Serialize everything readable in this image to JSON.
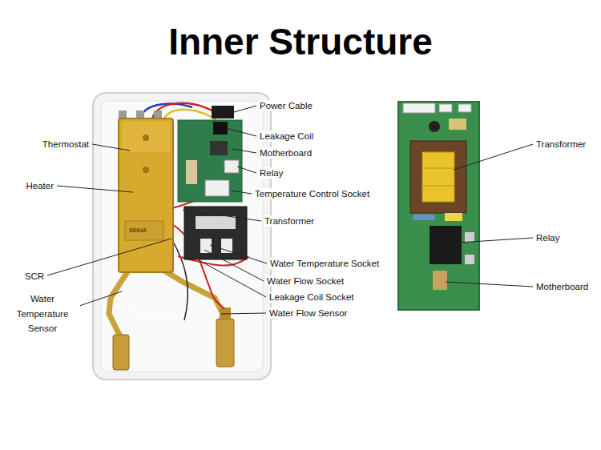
{
  "diagram": {
    "title": "Inner Structure",
    "labels": [
      "Power Cable",
      "Leakage Coil",
      "Motherboard",
      "Relay",
      "Temperature Control Socket",
      "Transformer",
      "Water Temperature Socket",
      "Water Flow Socket",
      "Leakage Coil Socket",
      "Water Flow Sensor",
      "Thermostat",
      "Heater",
      "SCR",
      "Water Temperature Sensor",
      "SIHUA",
      "Transformer",
      "Relay",
      "Motherboard"
    ]
  }
}
